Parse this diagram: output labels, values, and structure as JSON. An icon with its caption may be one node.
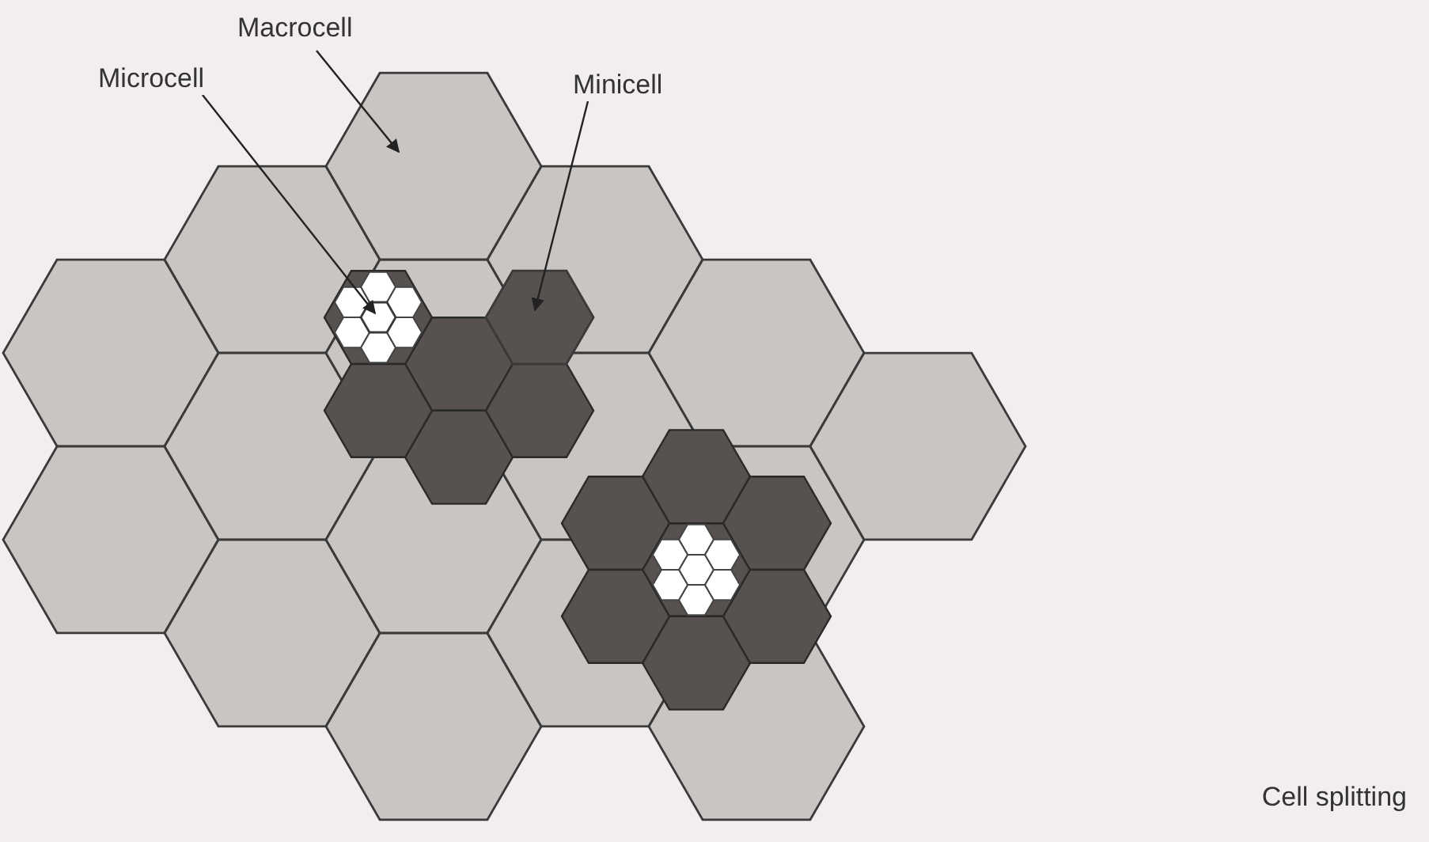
{
  "diagram": {
    "caption": "Cell splitting",
    "nodes": [
      {
        "text": [
          "Macrocell"
        ]
      },
      {
        "text": [
          "Microcell"
        ]
      },
      {
        "text": [
          "Minicell"
        ]
      },
      {
        "text": [],
        "shape": "hexagon"
      },
      {
        "text": [],
        "shape": "hexagon"
      },
      {
        "text": [],
        "shape": "hexagon"
      }
    ],
    "edges": [
      {
        "from": 0,
        "to": 3,
        "arrow": "to"
      },
      {
        "from": 1,
        "to": 4,
        "arrow": "to"
      },
      {
        "from": 2,
        "to": 5,
        "arrow": "to"
      }
    ]
  }
}
